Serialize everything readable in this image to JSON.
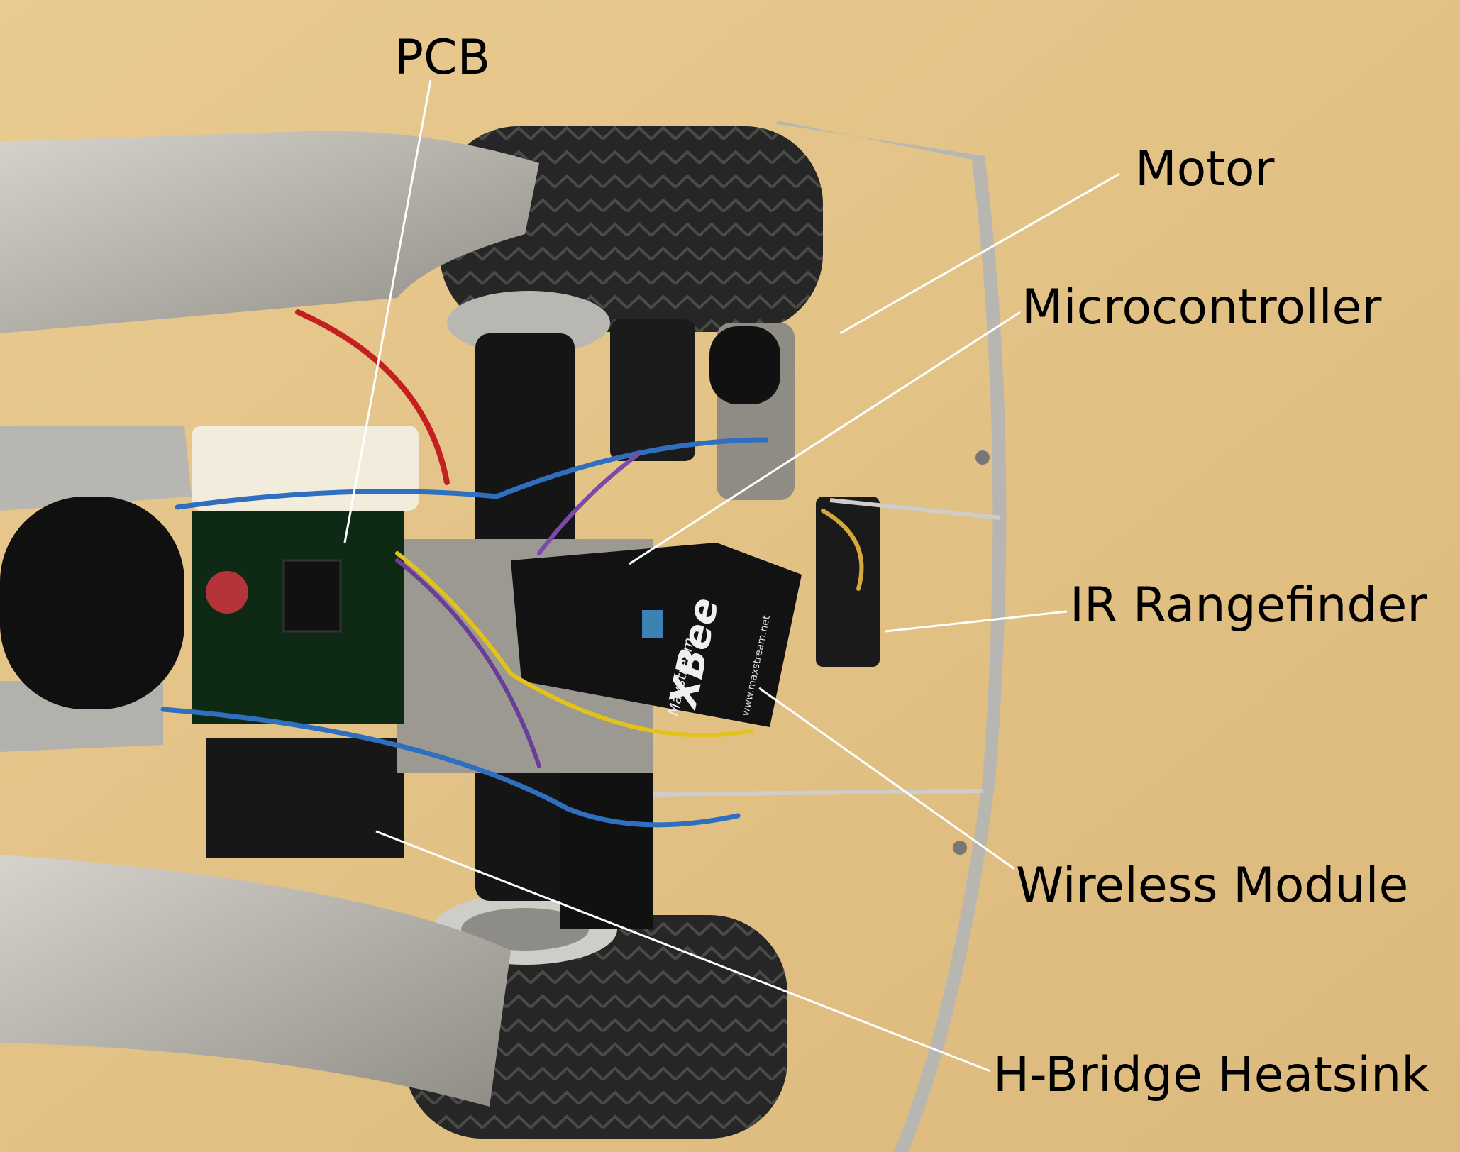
{
  "labels": {
    "pcb": "PCB",
    "motor": "Motor",
    "microcontroller": "Microcontroller",
    "ir_rangefinder": "IR Rangefinder",
    "wireless_module": "Wireless Module",
    "hbridge_heatsink": "H-Bridge Heatsink"
  },
  "module_markings": {
    "xbee": "XBee",
    "maxstream": "Maxstream",
    "url": "www.maxstream.net"
  },
  "colors": {
    "background": "#e6c58a",
    "callout_line": "#ffffff",
    "label_text": "#000000"
  }
}
